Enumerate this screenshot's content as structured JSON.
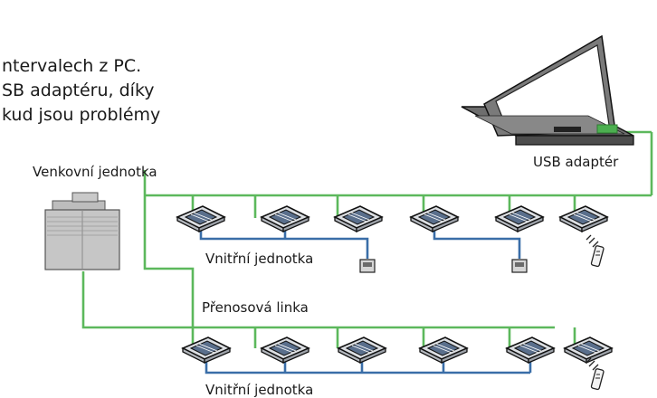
{
  "description_lines": [
    "ntervalech z PC.",
    "SB adaptéru, díky",
    "kud jsou problémy"
  ],
  "labels": {
    "outdoor_unit": "Venkovní jednotka",
    "usb_adapter": "USB adaptér",
    "indoor_unit_top": "Vnitřní jednotka",
    "transmission_line": "Přenosová linka",
    "indoor_unit_bottom": "Vnitřní jednotka"
  },
  "colors": {
    "transmission_line": "#5cb85c",
    "remote_line": "#3a6ea8",
    "usb_cable": "#4caf50"
  },
  "icons": [
    "laptop-icon",
    "outdoor-unit-icon",
    "cassette-indoor-unit-icon",
    "wired-remote-icon",
    "wireless-remote-icon"
  ]
}
